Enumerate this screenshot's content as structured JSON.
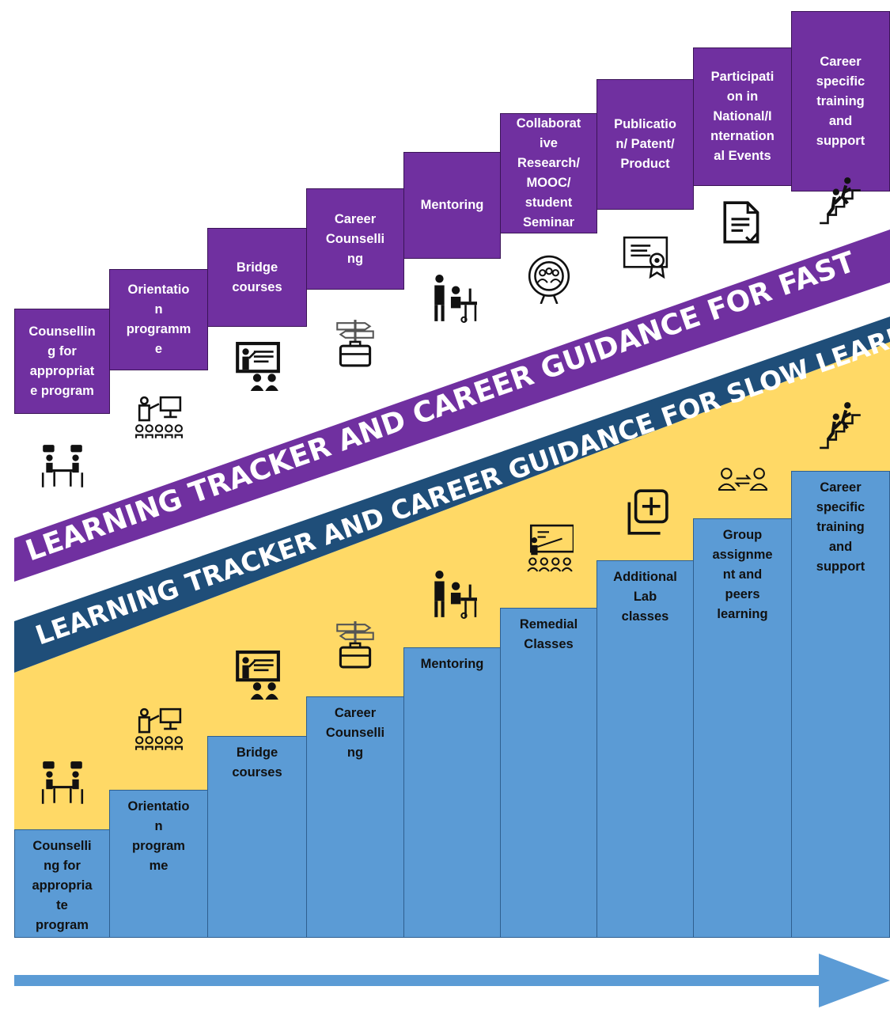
{
  "colors": {
    "purple": "#7030a0",
    "navy": "#1f4e79",
    "yellow": "#ffd966",
    "blue": "#5b9bd5",
    "arrow": "#5b9bd5"
  },
  "fast_track": {
    "banner": "LEARNING TRACKER AND CAREER GUIDANCE FOR FAST",
    "steps": [
      {
        "lines": [
          "Counsellin",
          "g for",
          "appropriat",
          "e program"
        ],
        "icon": "counselling-meeting-icon"
      },
      {
        "lines": [
          "Orientatio",
          "n",
          "programm",
          "e"
        ],
        "icon": "orientation-presenter-icon"
      },
      {
        "lines": [
          "Bridge",
          "courses"
        ],
        "icon": "classroom-board-icon"
      },
      {
        "lines": [
          "Career",
          "Counselli",
          "ng"
        ],
        "icon": "signpost-briefcase-icon"
      },
      {
        "lines": [
          "Mentoring"
        ],
        "icon": "mentor-desk-icon"
      },
      {
        "lines": [
          "Collaborat",
          "ive",
          "Research/",
          "MOOC/",
          "student",
          "Seminar"
        ],
        "icon": "research-badge-icon"
      },
      {
        "lines": [
          "Publicatio",
          "n/ Patent/",
          "Product"
        ],
        "icon": "certificate-icon"
      },
      {
        "lines": [
          "Participati",
          "on in",
          "National/I",
          "nternation",
          "al Events"
        ],
        "icon": "document-check-icon"
      },
      {
        "lines": [
          "Career",
          "specific",
          "training",
          "and",
          "support"
        ],
        "icon": "climbing-stairs-icon"
      }
    ]
  },
  "slow_track": {
    "banner": "LEARNING TRACKER AND CAREER GUIDANCE FOR SLOW LEARNER",
    "steps": [
      {
        "lines": [
          "Counselli",
          "ng for",
          "appropria",
          "te",
          "program"
        ],
        "icon": "counselling-meeting-icon"
      },
      {
        "lines": [
          "Orientatio",
          "n",
          "program",
          "me"
        ],
        "icon": "orientation-presenter-icon"
      },
      {
        "lines": [
          "Bridge",
          "courses"
        ],
        "icon": "classroom-board-icon"
      },
      {
        "lines": [
          "Career",
          "Counselli",
          "ng"
        ],
        "icon": "signpost-briefcase-icon"
      },
      {
        "lines": [
          "Mentoring"
        ],
        "icon": "mentor-desk-icon"
      },
      {
        "lines": [
          "Remedial",
          "Classes"
        ],
        "icon": "remedial-class-icon"
      },
      {
        "lines": [
          "Additional",
          "Lab",
          "classes"
        ],
        "icon": "add-square-icon"
      },
      {
        "lines": [
          "Group",
          "assignme",
          "nt and",
          "peers",
          "learning"
        ],
        "icon": "peer-exchange-icon"
      },
      {
        "lines": [
          "Career",
          "specific",
          "training",
          "and",
          "support"
        ],
        "icon": "climbing-stairs-icon"
      }
    ]
  },
  "progress_arrow": {
    "icon": "progress-arrow-icon"
  }
}
